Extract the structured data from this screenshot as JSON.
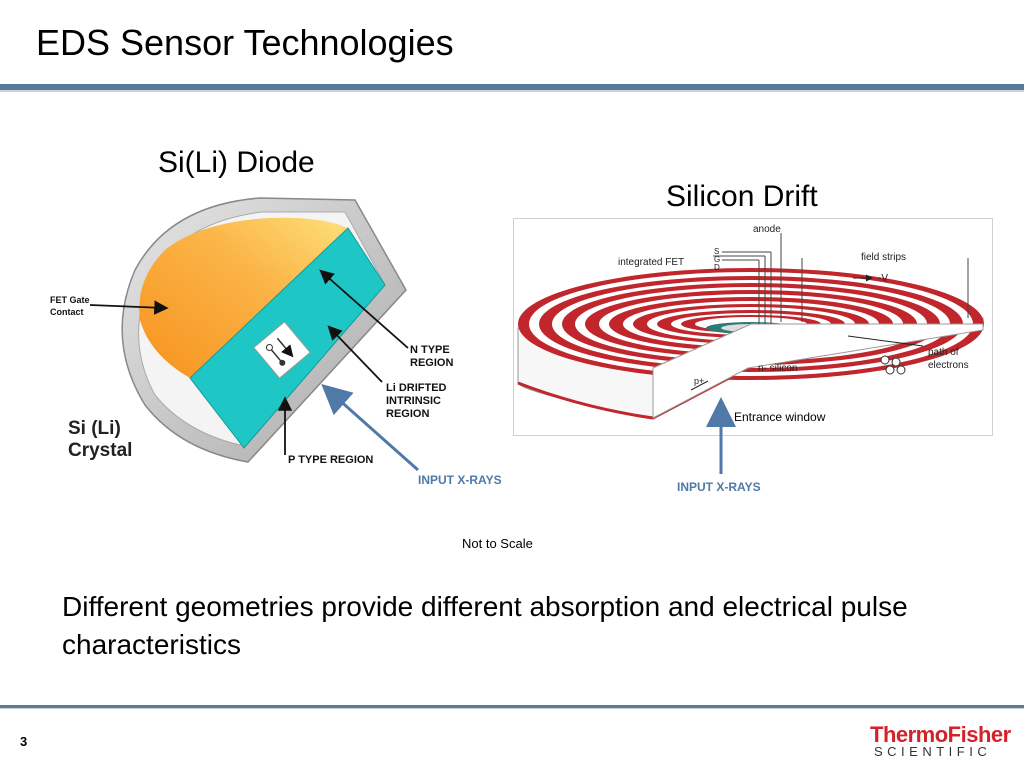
{
  "slide": {
    "title": "EDS Sensor Technologies",
    "page_number": "3",
    "not_to_scale": "Not to Scale",
    "body_text": "Different geometries provide different absorption and electrical pulse characteristics"
  },
  "sili_diode": {
    "title": "Si(Li) Diode",
    "labels": {
      "fet_gate_contact_line1": "FET Gate",
      "fet_gate_contact_line2": "Contact",
      "n_type_line1": "N TYPE",
      "n_type_line2": "REGION",
      "li_drifted_line1": "Li DRIFTED",
      "li_drifted_line2": "INTRINSIC",
      "li_drifted_line3": "REGION",
      "p_type": "P TYPE REGION",
      "crystal_line1": "Si (Li)",
      "crystal_line2": "Crystal",
      "input_xrays": "INPUT X-RAYS"
    }
  },
  "silicon_drift": {
    "title": "Silicon Drift",
    "labels": {
      "anode": "anode",
      "integrated_fet": "integrated FET",
      "s": "S",
      "g": "G",
      "d": "D",
      "field_strips": "field strips",
      "neg_v": "-V",
      "path_of_electrons_line1": "path of",
      "path_of_electrons_line2": "electrons",
      "n_silicon": "n- silicon",
      "p_plus": "p+",
      "entrance_window": "Entrance window",
      "input_xrays": "INPUT X-RAYS"
    }
  },
  "brand": {
    "top": "ThermoFisher",
    "bottom": "SCIENTIFIC"
  },
  "colors": {
    "accent_rule": "#5a7a9a",
    "xray_arrow": "#4f79a7",
    "n_region": "#1ec6c6",
    "crystal_orange": "#f7a23a",
    "drift_red": "#c0262b",
    "brand_red": "#d2232a"
  }
}
